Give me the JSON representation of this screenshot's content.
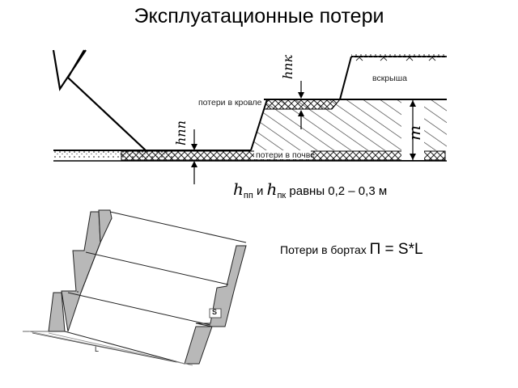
{
  "title": "Эксплуатационные потери",
  "top_diagram": {
    "label_roof": "потери в кровле",
    "label_floor": "потери в почве",
    "label_overburden": "вскрыша",
    "label_hpk": "hпк",
    "label_hpp": "hпп",
    "label_m": "m"
  },
  "equation": {
    "h1": "h",
    "sub1": "пп",
    "and": "и",
    "h2": "h",
    "sub2": "пк",
    "text": "равны 0,2 – 0,3 м"
  },
  "side_losses": {
    "text": "Потери в бортах",
    "formula": "П = S*L"
  },
  "bottom_diagram": {
    "label_s": "S",
    "label_l": "L"
  }
}
